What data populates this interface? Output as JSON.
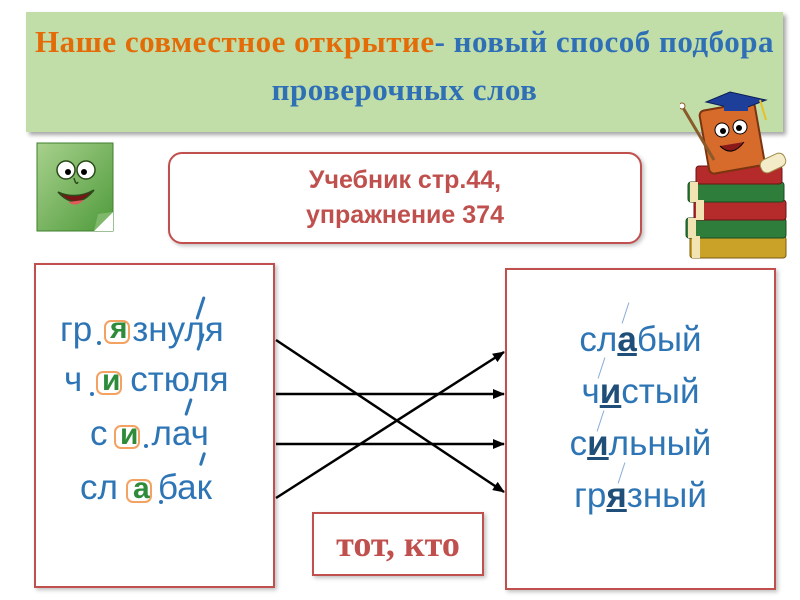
{
  "title": {
    "orange_part": "Наше совместное открытие",
    "blue_part": "- новый способ подбора проверочных слов"
  },
  "textbook": {
    "line1": "Учебник стр.44,",
    "line2": "упражнение  374"
  },
  "left_words": [
    {
      "before": "гр",
      "letter": "я",
      "after": "знуля"
    },
    {
      "before": "ч",
      "letter": "и",
      "after": "стюля"
    },
    {
      "before": "с",
      "letter": "и",
      "after": "лач"
    },
    {
      "before": "сл",
      "letter": "а",
      "after": "бак"
    }
  ],
  "right_words": [
    {
      "pre": "сл",
      "vowel": "а",
      "post": "бый"
    },
    {
      "pre": "ч",
      "vowel": "и",
      "post": "стый"
    },
    {
      "pre": "с",
      "vowel": "и",
      "post": "льный"
    },
    {
      "pre": "гр",
      "vowel": "я",
      "post": "зный"
    }
  ],
  "answer": "тот, кто",
  "icons": {
    "character": "smiling-leaf-character-icon",
    "books": "book-stack-professor-icon"
  },
  "colors": {
    "title_orange": "#e36c09",
    "title_blue": "#2e6fb6",
    "box_border": "#c0504d",
    "word_blue": "#2e75b6",
    "inserted_green": "#2e8b3a",
    "banner_green": "#c2dea8"
  }
}
